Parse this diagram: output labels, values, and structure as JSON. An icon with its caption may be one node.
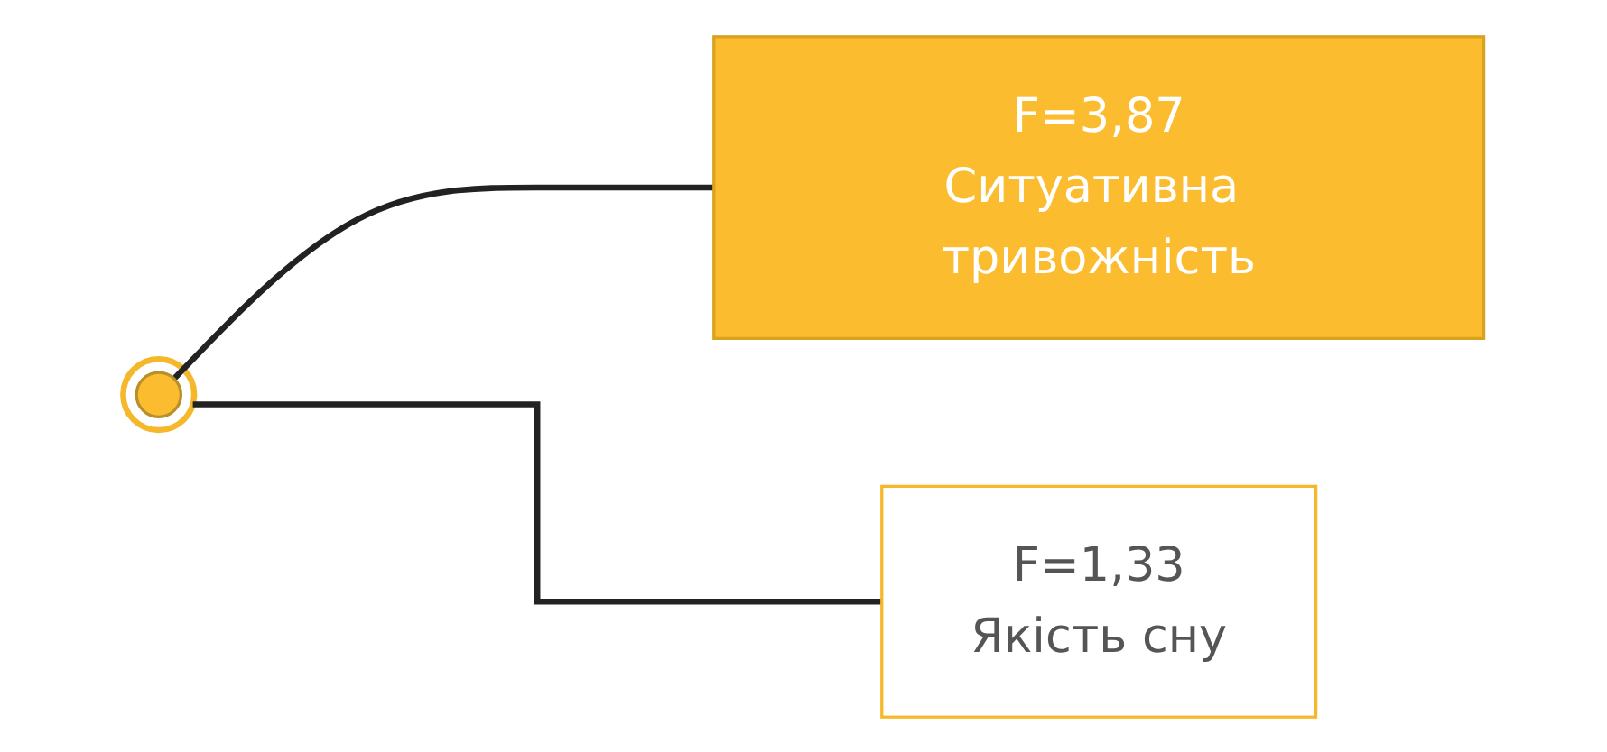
{
  "diagram": {
    "nodes": [
      {
        "text": [],
        "shape": "circle"
      },
      {
        "text": [],
        "shape": "circle",
        "in": 0
      },
      {
        "text": [
          "F=3,87",
          "Ситуативна тривожність"
        ]
      },
      {
        "text": [
          "F=1,33",
          "Якість сну"
        ]
      }
    ],
    "edges": [
      {
        "from": 1,
        "to": 2,
        "arrow": "none"
      },
      {
        "from": 0,
        "to": 3,
        "arrow": "none"
      }
    ]
  }
}
